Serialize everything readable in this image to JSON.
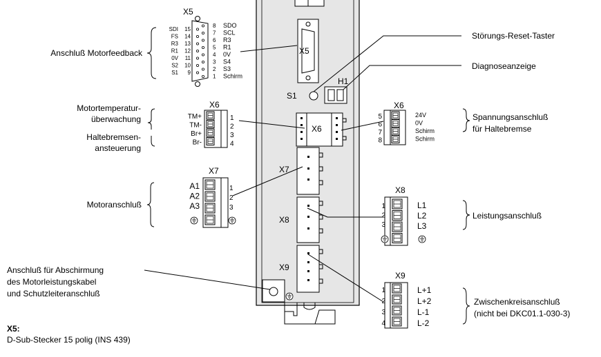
{
  "labels": {
    "motorfeedback": "Anschluß Motorfeedback",
    "motortemp_1": "Motortemperatur-",
    "motortemp_2": "überwachung",
    "haltebremse_1": "Haltebremsen-",
    "haltebremse_2": "ansteuerung",
    "motoranschluss": "Motoranschluß",
    "abschirm_1": "Anschluß für Abschirmung",
    "abschirm_2": "des Motorleistungskabel",
    "abschirm_3": "und Schutzleiteranschluß",
    "reset": "Störungs-Reset-Taster",
    "diagnose": "Diagnoseanzeige",
    "spannung_1": "Spannungsanschluß",
    "spannung_2": "für Haltebremse",
    "leistung": "Leistungsanschluß",
    "zk_1": "Zwischenkreisanschluß",
    "zk_2": "(nicht bei DKC01.1-030-3)",
    "x5_note_title": "X5:",
    "x5_note": "D-Sub-Stecker 15 polig (INS 439)"
  },
  "device": {
    "x5": "X5",
    "s1": "S1",
    "h1": "H1",
    "x6": "X6",
    "x7": "X7",
    "x8": "X8",
    "x9": "X9"
  },
  "x5": {
    "title": "X5",
    "left_names": [
      "SDI",
      "FS",
      "R3",
      "R1",
      "0V",
      "S2",
      "S1"
    ],
    "left_nums": [
      "15",
      "14",
      "13",
      "12",
      "11",
      "10",
      "9"
    ],
    "right_nums": [
      "8",
      "7",
      "6",
      "5",
      "4",
      "3",
      "2",
      "1"
    ],
    "right_names": [
      "SDO",
      "SCL",
      "R3",
      "R1",
      "0V",
      "S4",
      "S3",
      "Schirm"
    ]
  },
  "x6_left": {
    "title": "X6",
    "names": [
      "TM+",
      "TM-",
      "Br+",
      "Br-"
    ],
    "nums": [
      "1",
      "2",
      "3",
      "4"
    ]
  },
  "x6_right": {
    "title": "X6",
    "nums": [
      "5",
      "6",
      "7",
      "8"
    ],
    "names": [
      "24V",
      "0V",
      "Schirm",
      "Schirm"
    ]
  },
  "x7": {
    "title": "X7",
    "names": [
      "A1",
      "A2",
      "A3"
    ],
    "nums": [
      "1",
      "2",
      "3"
    ]
  },
  "x8": {
    "title": "X8",
    "nums": [
      "1",
      "2",
      "3"
    ],
    "names": [
      "L1",
      "L2",
      "L3"
    ]
  },
  "x9": {
    "title": "X9",
    "nums": [
      "1",
      "2",
      "3",
      "4"
    ],
    "names": [
      "L+1",
      "L+2",
      "L-1",
      "L-2"
    ]
  }
}
